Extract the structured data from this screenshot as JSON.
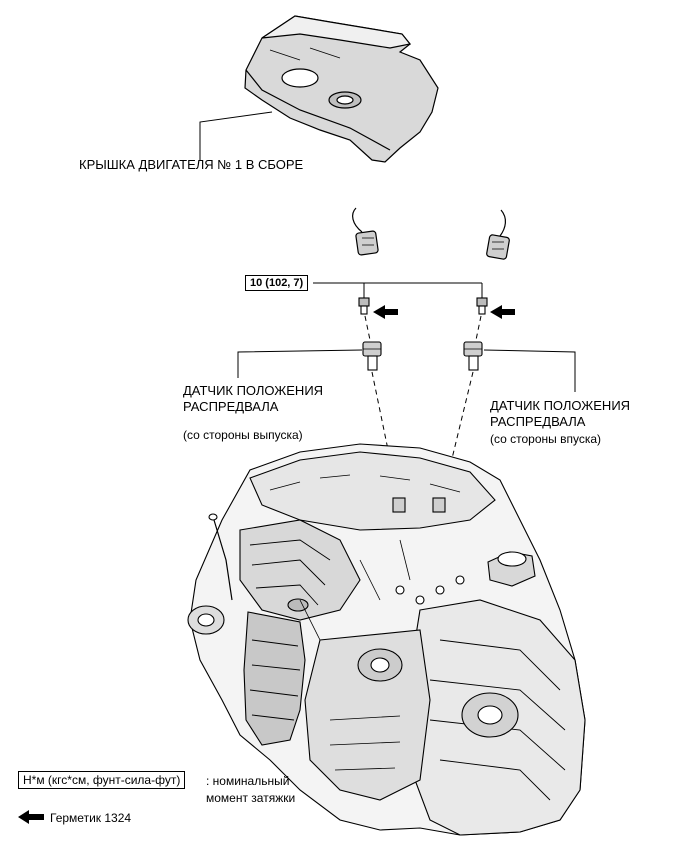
{
  "labels": {
    "engine_cover": "КРЫШКА ДВИГАТЕЛЯ № 1 В СБОРЕ",
    "exhaust_sensor_line1": "ДАТЧИК ПОЛОЖЕНИЯ",
    "exhaust_sensor_line2": "РАСПРЕДВАЛА",
    "exhaust_sensor_side": "(со стороны выпуска)",
    "intake_sensor_line1": "ДАТЧИК ПОЛОЖЕНИЯ",
    "intake_sensor_line2": "РАСПРЕДВАЛА",
    "intake_sensor_side": "(со стороны впуска)",
    "torque_value": "10 (102, 7)"
  },
  "legend": {
    "torque_unit": "Н*м (кгс*см, фунт-сила-фут)",
    "torque_desc_line1": ": номинальный",
    "torque_desc_line2": "момент затяжки",
    "sealant": "Герметик 1324"
  },
  "icons": [
    "sealant-arrow-icon",
    "sealant-arrow-icon",
    "sealant-arrow-icon"
  ]
}
